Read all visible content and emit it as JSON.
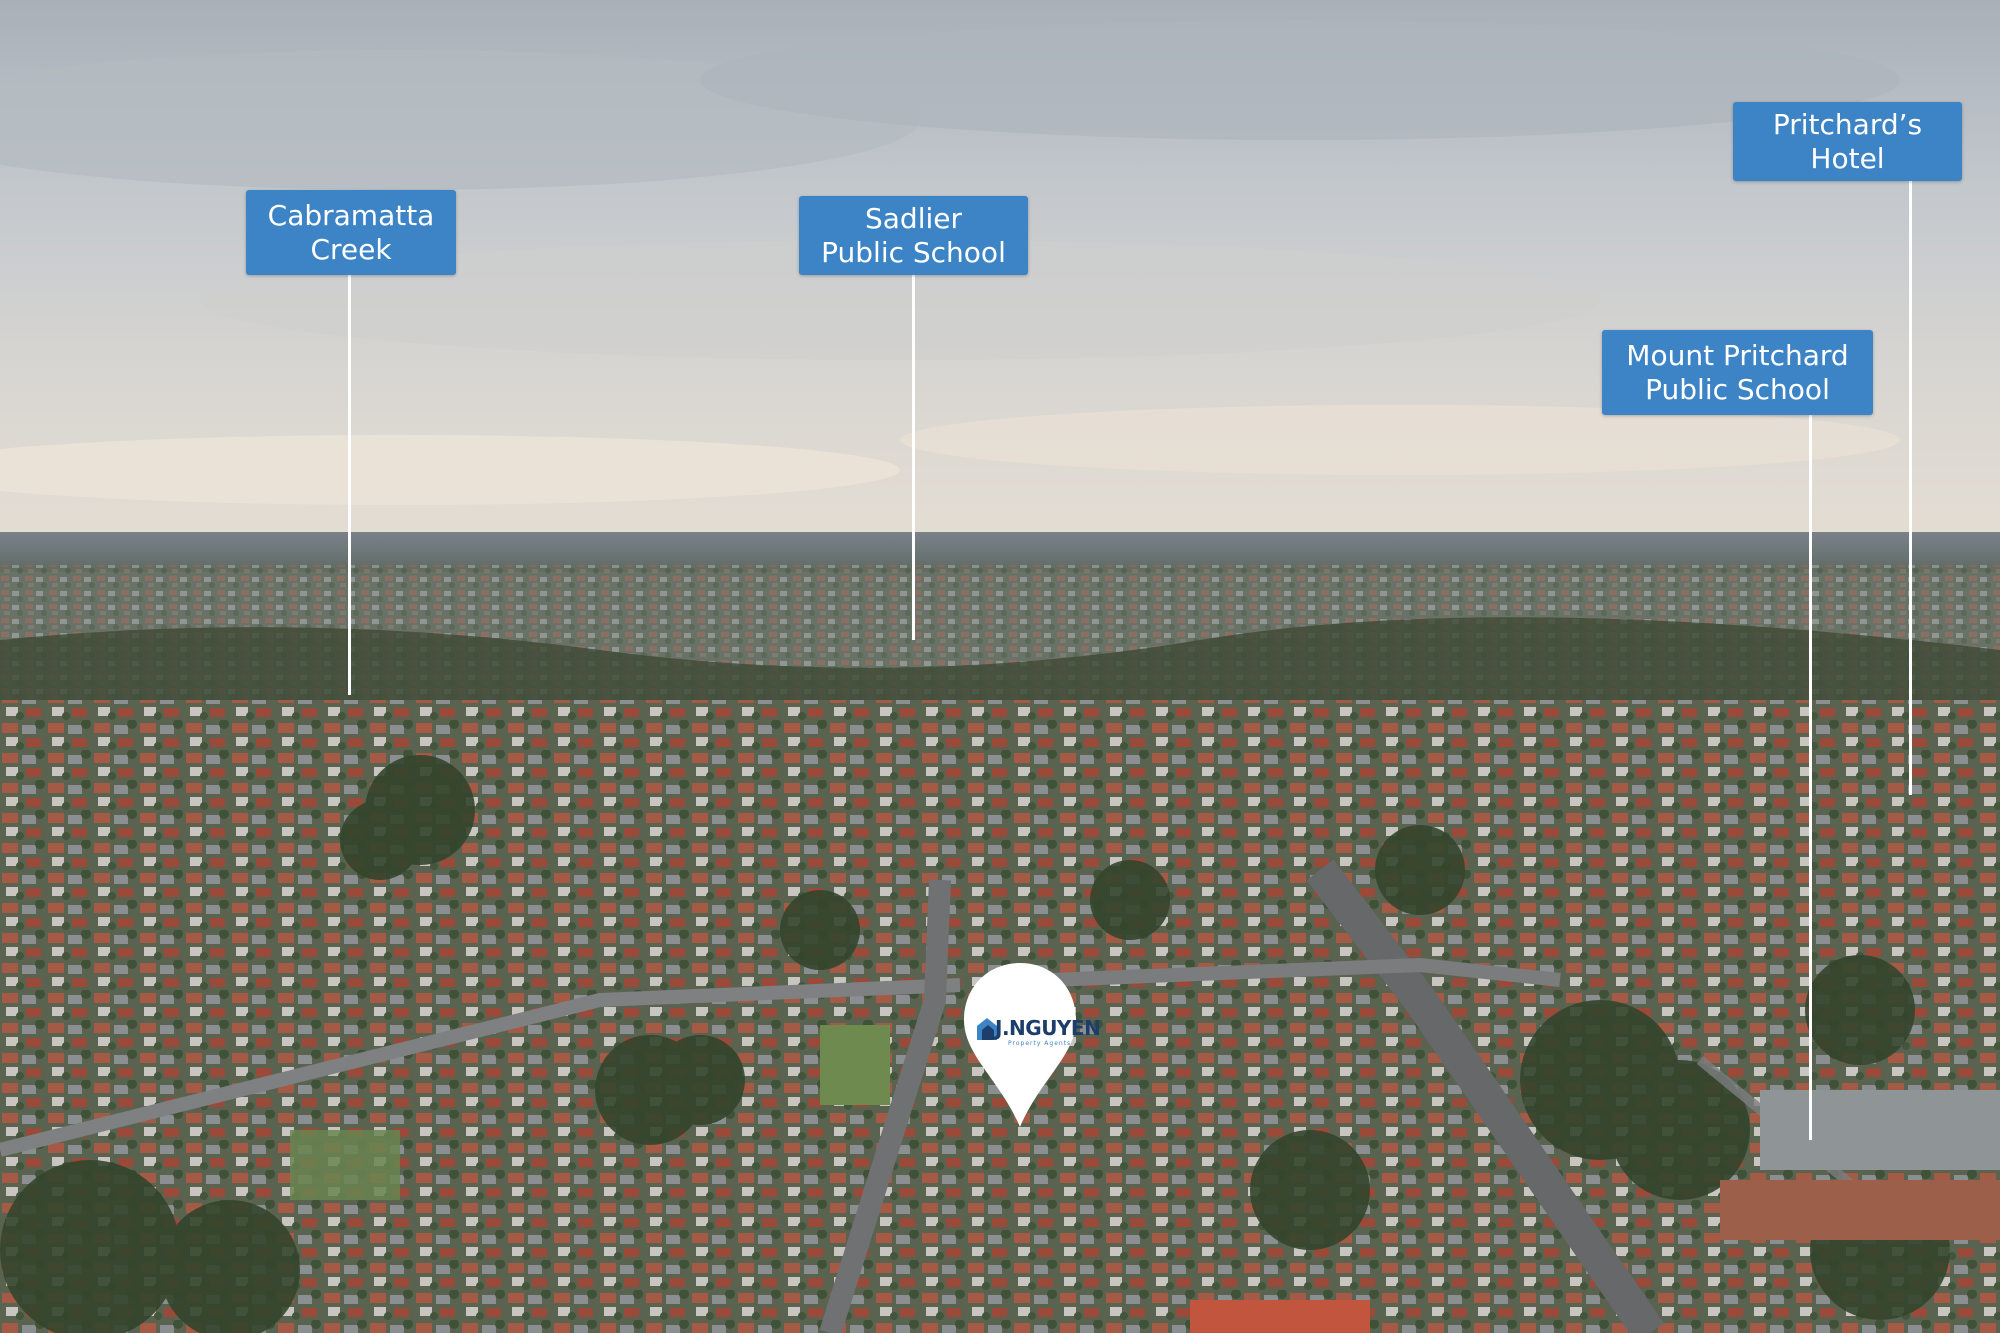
{
  "map": {
    "landmarks": [
      {
        "id": "cabramatta-creek",
        "lines": [
          "Cabramatta",
          "Creek"
        ]
      },
      {
        "id": "sadlier-public-school",
        "lines": [
          "Sadlier",
          "Public School"
        ]
      },
      {
        "id": "mount-pritchard-public-school",
        "lines": [
          "Mount Pritchard",
          "Public School"
        ]
      },
      {
        "id": "pritchards-hotel",
        "lines": [
          "Pritchard’s",
          "Hotel"
        ]
      }
    ],
    "property_marker": {
      "brand": "J.NGUYEN",
      "tagline": "Property Agents"
    }
  },
  "colors": {
    "callout": "#3c84c6",
    "leader_line": "#ffffff",
    "brand_navy": "#1d3e6c"
  }
}
